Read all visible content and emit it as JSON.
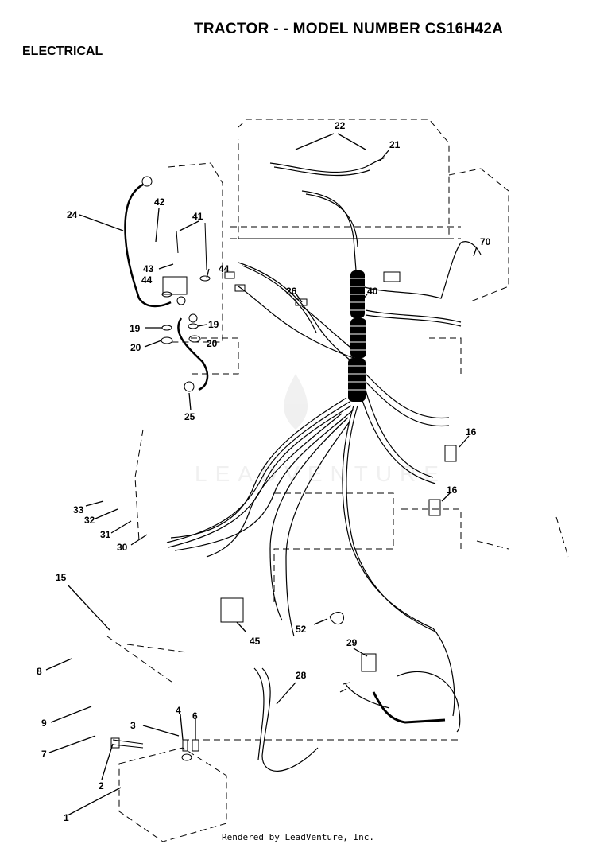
{
  "header": {
    "title": "TRACTOR - - MODEL NUMBER CS16H42A",
    "section": "ELECTRICAL"
  },
  "watermark": {
    "text": "LEADVENTURE"
  },
  "callouts": {
    "c1": "1",
    "c2": "2",
    "c3": "3",
    "c4": "4",
    "c6": "6",
    "c7": "7",
    "c8": "8",
    "c9": "9",
    "c15": "15",
    "c16a": "16",
    "c16b": "16",
    "c19a": "19",
    "c19b": "19",
    "c20a": "20",
    "c20b": "20",
    "c21": "21",
    "c22": "22",
    "c24": "24",
    "c25": "25",
    "c26": "26",
    "c28": "28",
    "c29": "29",
    "c30": "30",
    "c31": "31",
    "c32": "32",
    "c33": "33",
    "c40": "40",
    "c41": "41",
    "c42": "42",
    "c43": "43",
    "c44a": "44",
    "c44b": "44",
    "c45": "45",
    "c52": "52",
    "c70": "70"
  },
  "footer": {
    "credit": "Rendered by LeadVenture, Inc."
  }
}
